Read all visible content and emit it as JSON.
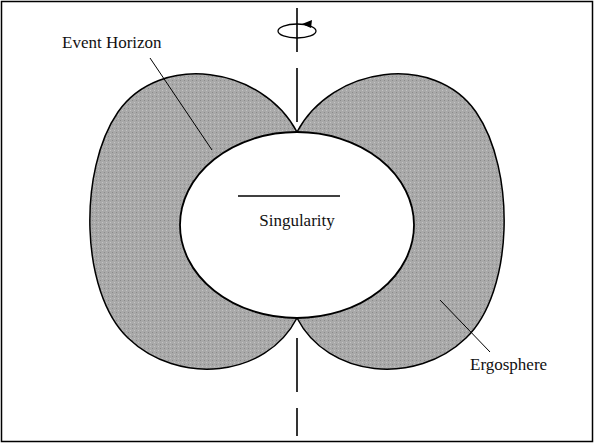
{
  "diagram": {
    "labels": [
      "Event Horizon",
      "Singularity",
      "Ergosphere"
    ]
  }
}
